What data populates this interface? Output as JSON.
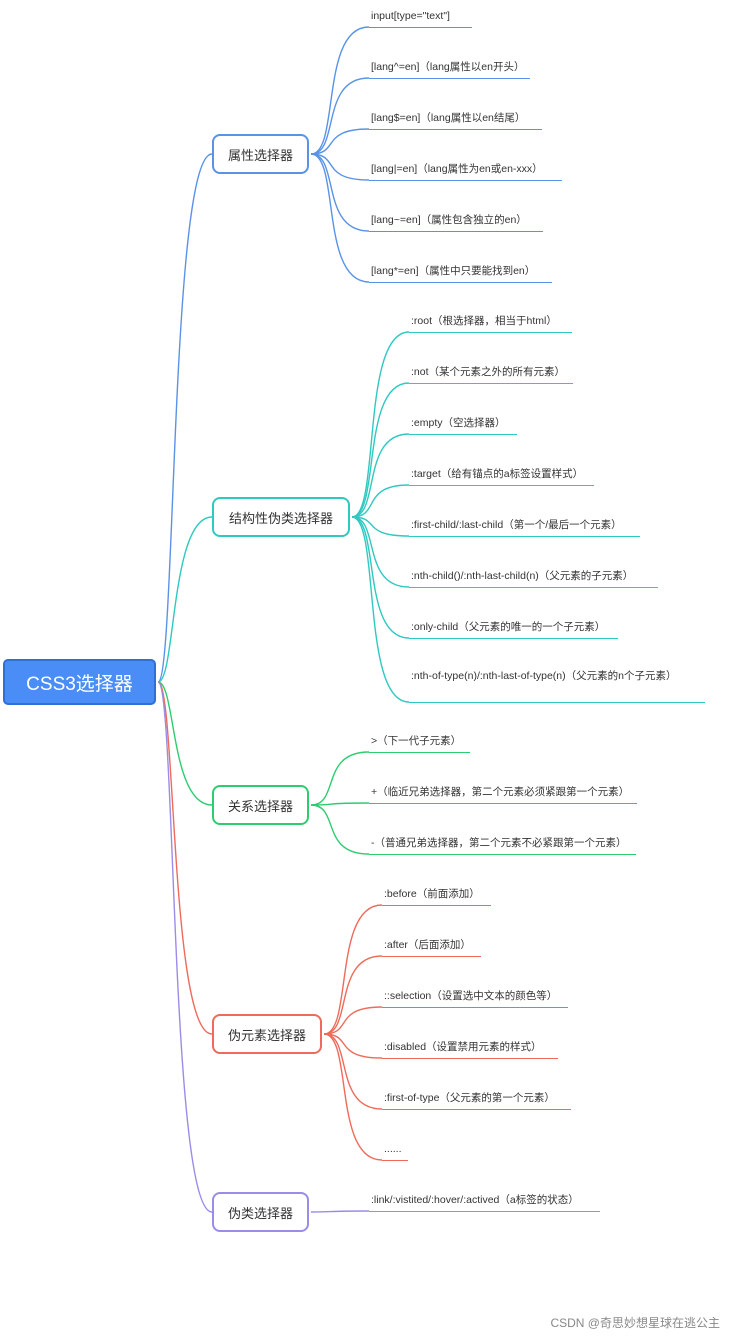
{
  "root": {
    "label": "CSS3选择器"
  },
  "branches": [
    {
      "key": "attr",
      "label": "属性选择器",
      "color": "#5a93e6",
      "items": [
        "input[type=\"text\"]",
        "[lang^=en]（lang属性以en开头）",
        "[lang$=en]（lang属性以en结尾）",
        "[lang|=en]（lang属性为en或en-xxx）",
        "[lang~=en]（属性包含独立的en）",
        "[lang*=en]（属性中只要能找到en）"
      ]
    },
    {
      "key": "struct",
      "label": "结构性伪类选择器",
      "color": "#2ec9c0",
      "items": [
        ":root（根选择器，相当于html）",
        ":not（某个元素之外的所有元素）",
        ":empty（空选择器）",
        ":target（给有锚点的a标签设置样式）",
        ":first-child/:last-child（第一个/最后一个元素）",
        ":nth-child()/:nth-last-child(n)（父元素的子元素）",
        ":only-child（父元素的唯一的一个子元素）",
        ":nth-of-type(n)/:nth-last-of-type(n)（父元素的n个子元素）"
      ]
    },
    {
      "key": "rel",
      "label": "关系选择器",
      "color": "#2ecc71",
      "items": [
        ">（下一代子元素）",
        "+（临近兄弟选择器，第二个元素必须紧跟第一个元素）",
        "-（普通兄弟选择器，第二个元素不必紧跟第一个元素）"
      ]
    },
    {
      "key": "pseudoEl",
      "label": "伪元素选择器",
      "color": "#ee6b5b",
      "items": [
        ":before（前面添加）",
        ":after（后面添加）",
        "::selection（设置选中文本的颜色等）",
        ":disabled（设置禁用元素的样式）",
        ":first-of-type（父元素的第一个元素）",
        "......"
      ]
    },
    {
      "key": "pseudoCls",
      "label": "伪类选择器",
      "color": "#9b8ce8",
      "items": [
        ":link/:vistited/:hover/:actived（a标签的状态）"
      ]
    }
  ],
  "watermark": "CSDN @奇思妙想星球在逃公主"
}
